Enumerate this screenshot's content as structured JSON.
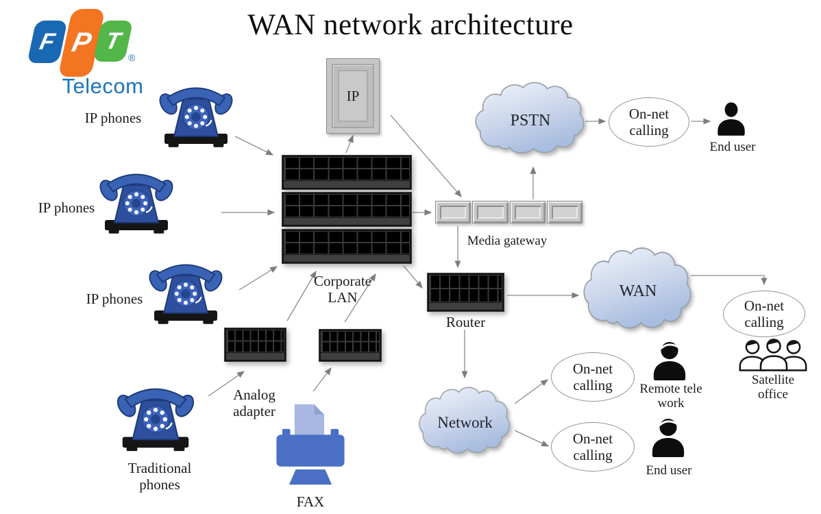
{
  "brand": {
    "f": "F",
    "p": "P",
    "t": "T",
    "registered": "®",
    "subtitle": "Telecom"
  },
  "title": "WAN network architecture",
  "labels": {
    "ip_phones_top": "IP phones",
    "ip_phones_mid": "IP phones",
    "ip_phones_bottom": "IP phones",
    "traditional_phones": "Traditional phones",
    "ip_box": "IP",
    "corporate_lan": "Corporate LAN",
    "analog_adapter": "Analog adapter",
    "fax": "FAX",
    "media_gateway": "Media gateway",
    "router": "Router",
    "pstn": "PSTN",
    "wan": "WAN",
    "network": "Network",
    "on_net_calling_pstn": "On-net calling",
    "on_net_calling_satellite": "On-net calling",
    "on_net_calling_remote": "On-net calling",
    "on_net_calling_end_user": "On-net calling",
    "end_user_top": "End user",
    "end_user_bottom": "End user",
    "remote_tele_work": "Remote tele work",
    "satellite_office": "Satellite office"
  },
  "colors": {
    "fpt_blue": "#1968b3",
    "fpt_orange": "#f37421",
    "fpt_green": "#52b648",
    "telecom_blue": "#1b75bc",
    "cloud_fill_light": "#eff3fb",
    "cloud_fill_dark": "#aabfe0",
    "cloud_border": "#99a0a9",
    "phone_blue": "#3a62b5",
    "fax_body_blue": "#4a6fc4",
    "fax_paper_blue": "#a9b8e2",
    "device_black": "#141414",
    "gateway_gray": "#c6c6c6",
    "arrow_gray": "#8a8a8a"
  }
}
